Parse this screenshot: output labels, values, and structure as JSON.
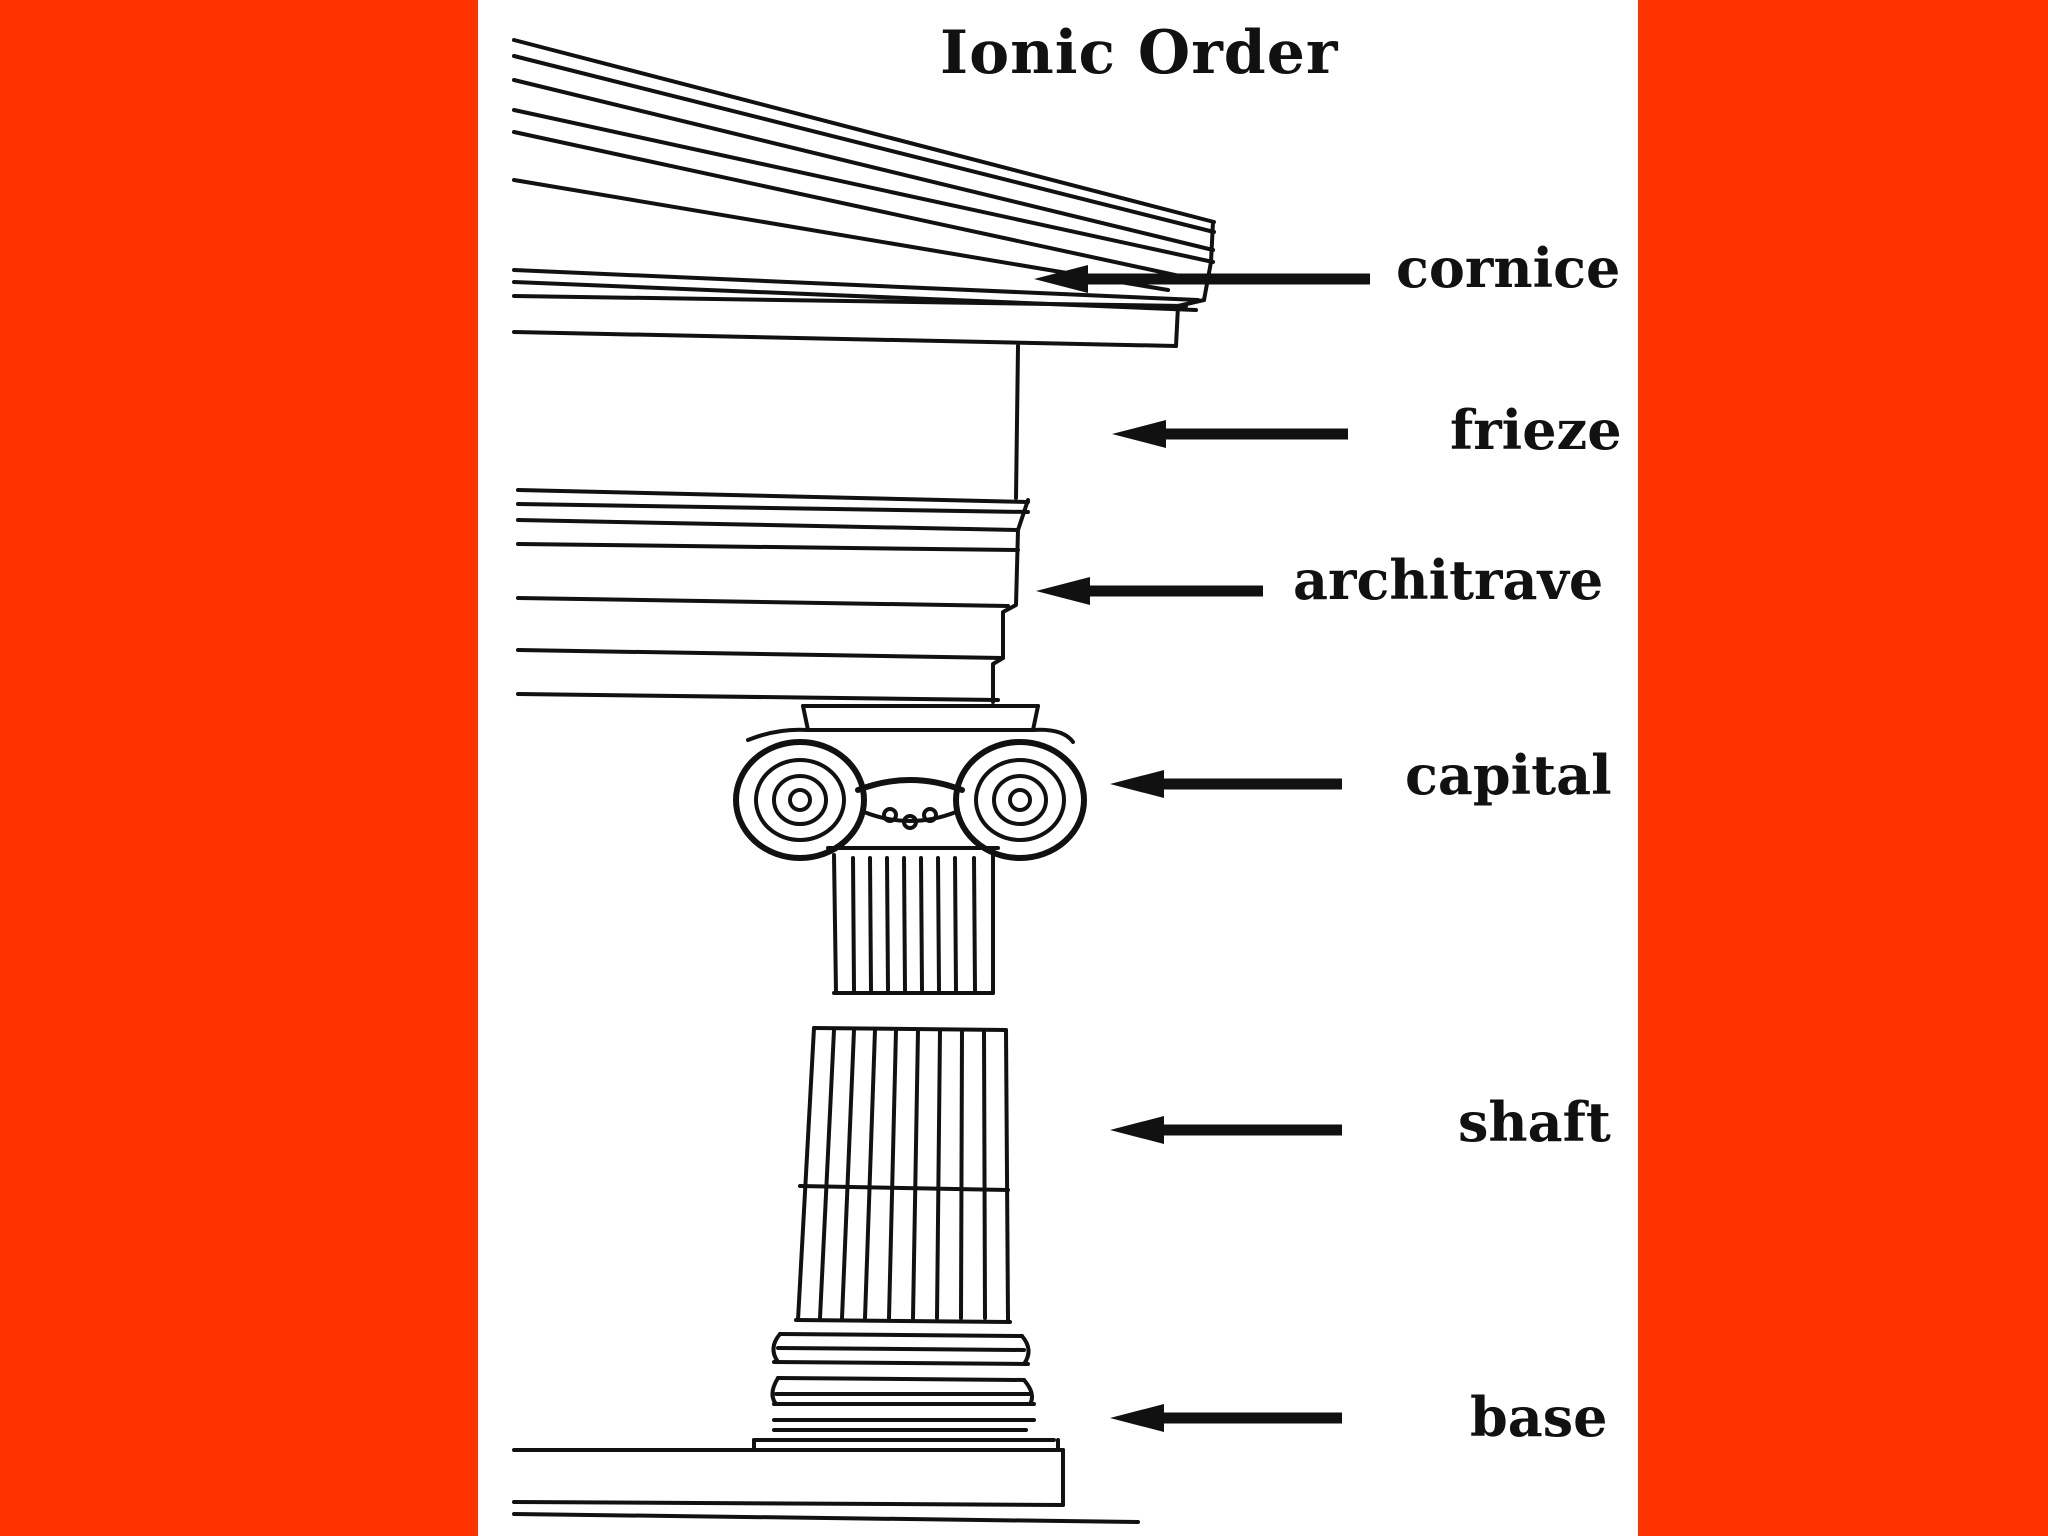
{
  "title": "Ionic Order",
  "labels": {
    "cornice": "cornice",
    "frieze": "frieze",
    "architrave": "architrave",
    "capital": "capital",
    "shaft": "shaft",
    "base": "base"
  },
  "colors": {
    "background": "#ff3300",
    "panel": "#ffffff",
    "ink": "#111111"
  }
}
